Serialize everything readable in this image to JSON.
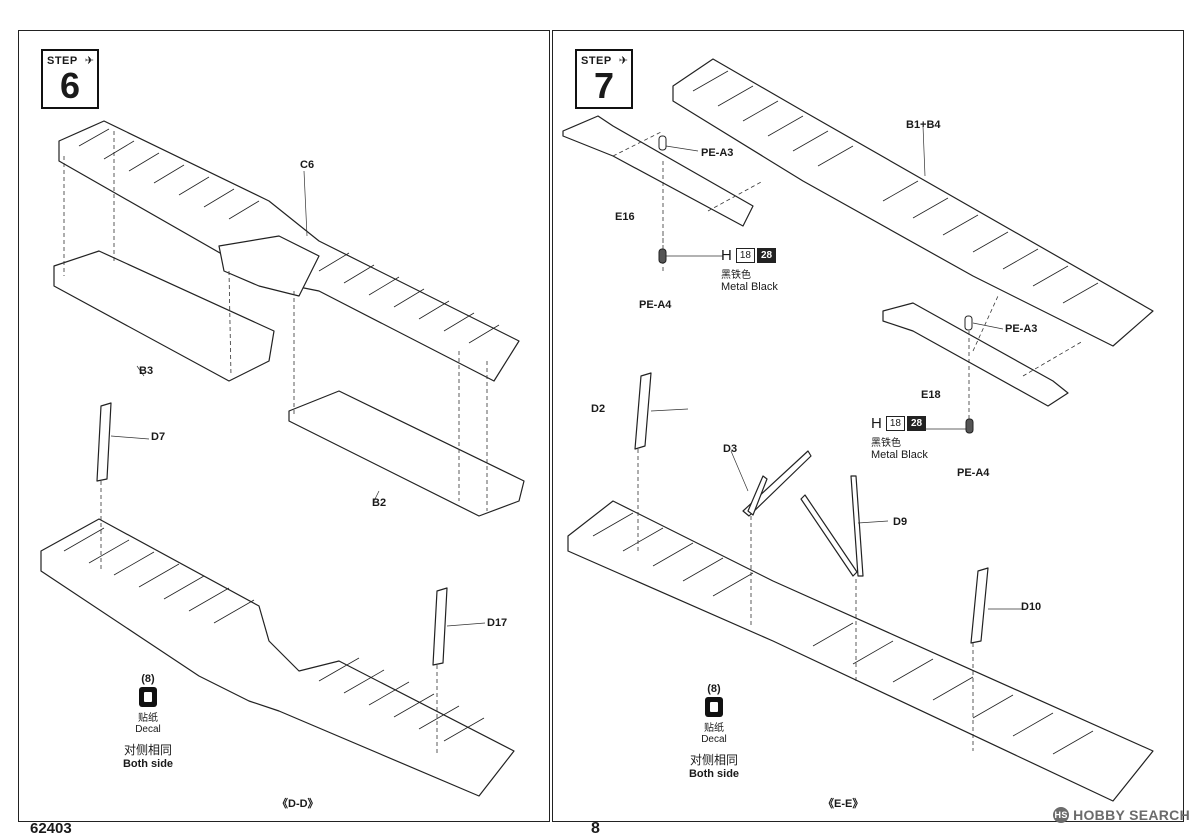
{
  "document_code": "62403",
  "page_number": "8",
  "watermark": {
    "brand": "HOBBY SEARCH",
    "logo_icon": "hobby-search-logo-icon"
  },
  "steps": [
    {
      "step_word": "STEP",
      "step_number": "6",
      "parts": {
        "c6": "C6",
        "b3": "B3",
        "b2": "B2",
        "d7": "D7",
        "d17": "D17"
      },
      "decal": {
        "number": "(8)",
        "cn": "贴纸",
        "en": "Decal",
        "side_cn": "对侧相同",
        "side_en": "Both side"
      },
      "view_label": "《D-D》"
    },
    {
      "step_word": "STEP",
      "step_number": "7",
      "parts": {
        "b1b4": "B1+B4",
        "pea3_top": "PE-A3",
        "e16": "E16",
        "pea4_top": "PE-A4",
        "pea3_bottom": "PE-A3",
        "e18": "E18",
        "pea4_bottom": "PE-A4",
        "d2": "D2",
        "d3": "D3",
        "d9": "D9",
        "d10": "D10"
      },
      "paint_top": {
        "h": "H",
        "code1": "18",
        "code2": "28",
        "cn": "黑铁色",
        "en": "Metal Black"
      },
      "paint_bottom": {
        "h": "H",
        "code1": "18",
        "code2": "28",
        "cn": "黑铁色",
        "en": "Metal Black"
      },
      "decal": {
        "number": "(8)",
        "cn": "贴纸",
        "en": "Decal",
        "side_cn": "对侧相同",
        "side_en": "Both side"
      },
      "view_label": "《E-E》"
    }
  ]
}
